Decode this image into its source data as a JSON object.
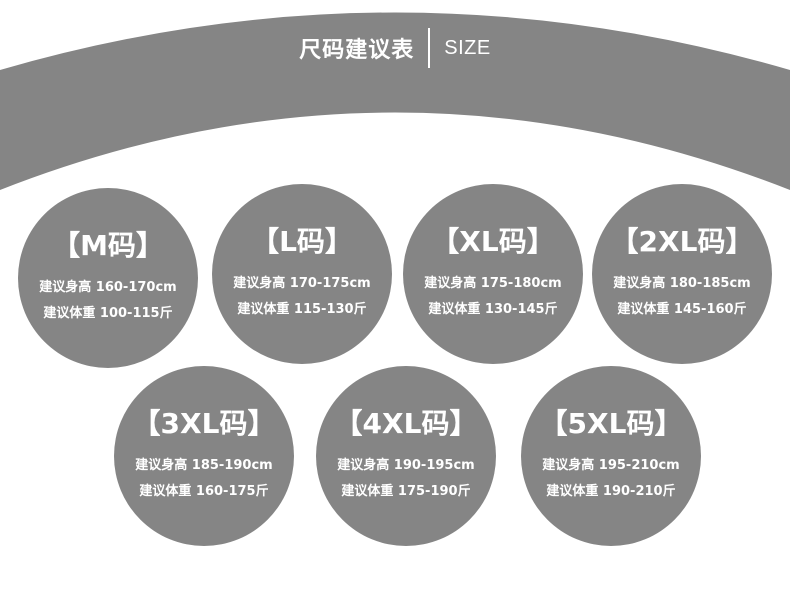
{
  "header": {
    "title_cn": "尺码建议表",
    "title_en": "SIZE"
  },
  "colors": {
    "arc": "#858585",
    "circle": "#858585",
    "text": "#ffffff",
    "background": "#ffffff"
  },
  "sizes": [
    {
      "label": "【M码】",
      "height": "建议身高 160-170cm",
      "weight": "建议体重 100-115斤"
    },
    {
      "label": "【L码】",
      "height": "建议身高 170-175cm",
      "weight": "建议体重 115-130斤"
    },
    {
      "label": "【XL码】",
      "height": "建议身高 175-180cm",
      "weight": "建议体重 130-145斤"
    },
    {
      "label": "【2XL码】",
      "height": "建议身高 180-185cm",
      "weight": "建议体重 145-160斤"
    },
    {
      "label": "【3XL码】",
      "height": "建议身高 185-190cm",
      "weight": "建议体重 160-175斤"
    },
    {
      "label": "【4XL码】",
      "height": "建议身高 190-195cm",
      "weight": "建议体重 175-190斤"
    },
    {
      "label": "【5XL码】",
      "height": "建议身高 195-210cm",
      "weight": "建议体重 190-210斤"
    }
  ]
}
